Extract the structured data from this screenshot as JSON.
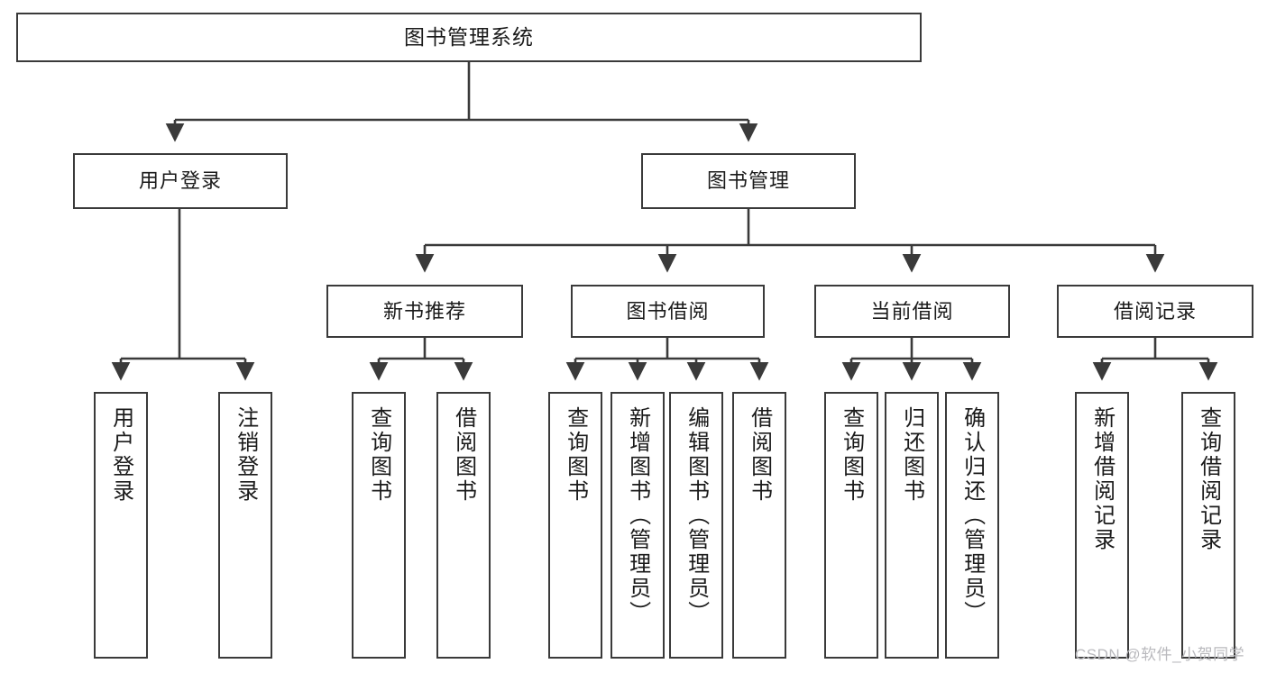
{
  "diagram": {
    "title": "图书管理系统",
    "type": "functional-structure-tree",
    "watermark": "CSDN @软件_小贺同学",
    "colors": {
      "box_border": "#3a3a3a",
      "box_fill": "#ffffff",
      "connector": "#3a3a3a",
      "text": "#1a1a1a",
      "watermark": "#b9b9bd"
    }
  },
  "nodes": {
    "root": {
      "label": "图书管理系统"
    },
    "level2": [
      {
        "label": "用户登录"
      },
      {
        "label": "图书管理"
      }
    ],
    "level3": [
      {
        "label": "新书推荐"
      },
      {
        "label": "图书借阅"
      },
      {
        "label": "当前借阅"
      },
      {
        "label": "借阅记录"
      }
    ],
    "leaves": [
      {
        "label": "用户登录",
        "parent": "用户登录"
      },
      {
        "label": "注销登录",
        "parent": "用户登录"
      },
      {
        "label": "查询图书",
        "parent": "新书推荐"
      },
      {
        "label": "借阅图书",
        "parent": "新书推荐"
      },
      {
        "label": "查询图书",
        "parent": "图书借阅"
      },
      {
        "label": "新增图书（管理员）",
        "parent": "图书借阅"
      },
      {
        "label": "编辑图书（管理员）",
        "parent": "图书借阅"
      },
      {
        "label": "借阅图书",
        "parent": "图书借阅"
      },
      {
        "label": "查询图书",
        "parent": "当前借阅"
      },
      {
        "label": "归还图书",
        "parent": "当前借阅"
      },
      {
        "label": "确认归还（管理员）",
        "parent": "当前借阅"
      },
      {
        "label": "新增借阅记录",
        "parent": "借阅记录"
      },
      {
        "label": "查询借阅记录",
        "parent": "借阅记录"
      }
    ]
  }
}
